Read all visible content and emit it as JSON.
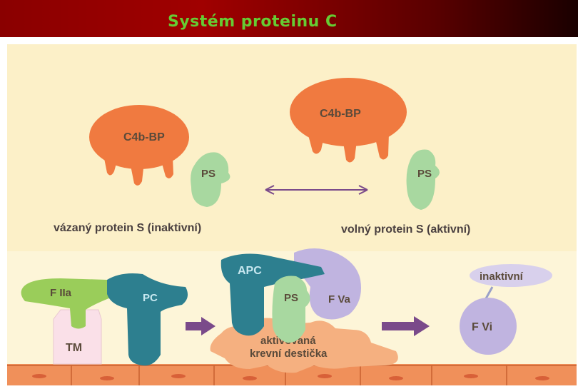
{
  "header": {
    "title": "Systém proteinu C"
  },
  "top_panel": {
    "left": {
      "c4bbp_label": "C4b-BP",
      "ps_label": "PS",
      "caption": "vázaný protein S (inaktivní)"
    },
    "right": {
      "c4bbp_label": "C4b-BP",
      "ps_label": "PS",
      "caption": "volný protein S (aktivní)"
    }
  },
  "bottom_panel": {
    "fiia_label": "F IIa",
    "tm_label": "TM",
    "pc_label": "PC",
    "apc_label": "APC",
    "ps_label": "PS",
    "fva_label": "F Va",
    "platelet_label_line1": "aktivovaná",
    "platelet_label_line2": "krevní destička",
    "inactive_label": "inaktivní",
    "fvi_label": "F Vi"
  },
  "colors": {
    "header_bg": "#8a0000",
    "header_text": "#66cc33",
    "panel_top_bg": "#fcf0c8",
    "panel_bottom_bg": "#fdf5d8",
    "c4bbp": "#f07a40",
    "ps": "#a8d8a0",
    "fiia": "#9acd5a",
    "pc_teal": "#2d7f8f",
    "lavender": "#c0b4e0",
    "platelet": "#f5b080",
    "endothelium": "#f0905a",
    "arrow_purple": "#7a4a8a"
  }
}
